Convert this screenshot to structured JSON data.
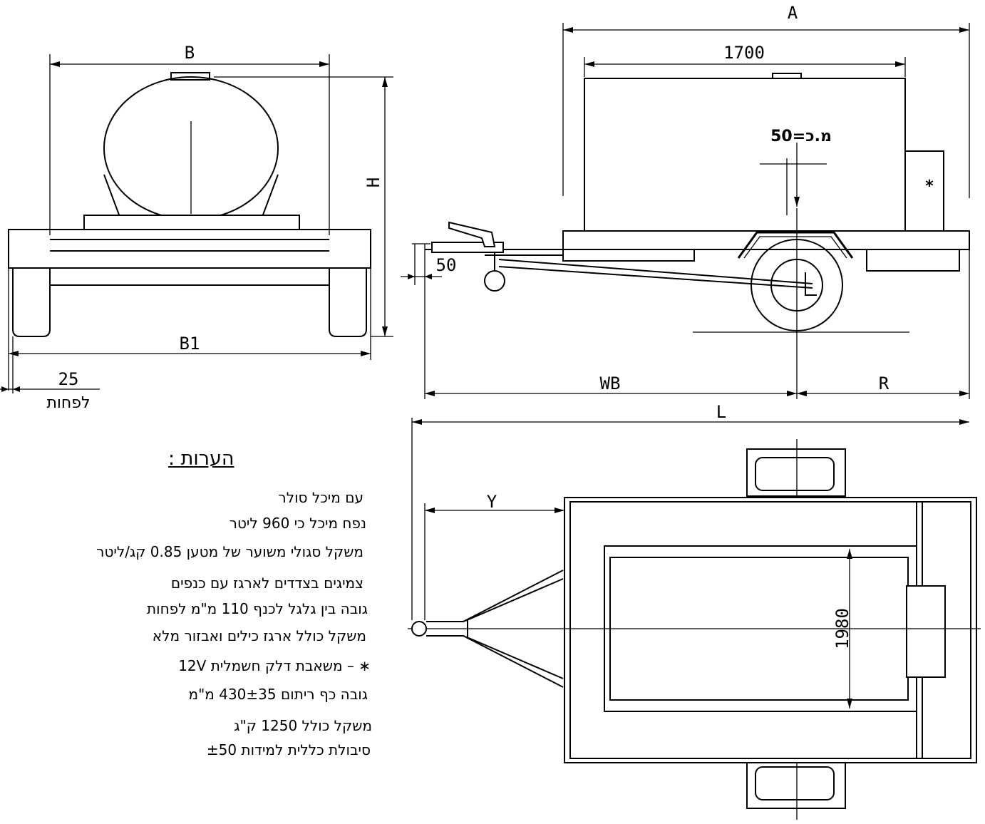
{
  "dimensions": {
    "A": "A",
    "tank_length": "1700",
    "center_gravity": "מ.כ=50",
    "pump_mark": "*",
    "B": "B",
    "H": "H",
    "B1": "B1",
    "min_clearance_value": "25",
    "min_clearance_word": "לפחות",
    "hitch_offset": "50",
    "WB": "WB",
    "R": "R",
    "L": "L",
    "Y": "Y",
    "width_1980": "1980"
  },
  "notes": {
    "title": "הערות :",
    "lines": [
      "עם מיכל סולר",
      "נפח מיכל כי  960  ליטר",
      "משקל סגולי משוער של מטען  0.85  קג/ליטר",
      "צמיגים  בצדדים לארגז עם כנפים",
      "גובה בין גלגל לכנף 110 מ\"מ לפחות",
      "משקל כולל  ארגז כילים    ואבזור מלא",
      "∗ –  משאבת דלק חשמלית  12V",
      "גובה כף ריתום  430±35   מ\"מ",
      "משקל כולל 1250 ק\"ג",
      "סיבולת כללית למידות ±50"
    ]
  }
}
